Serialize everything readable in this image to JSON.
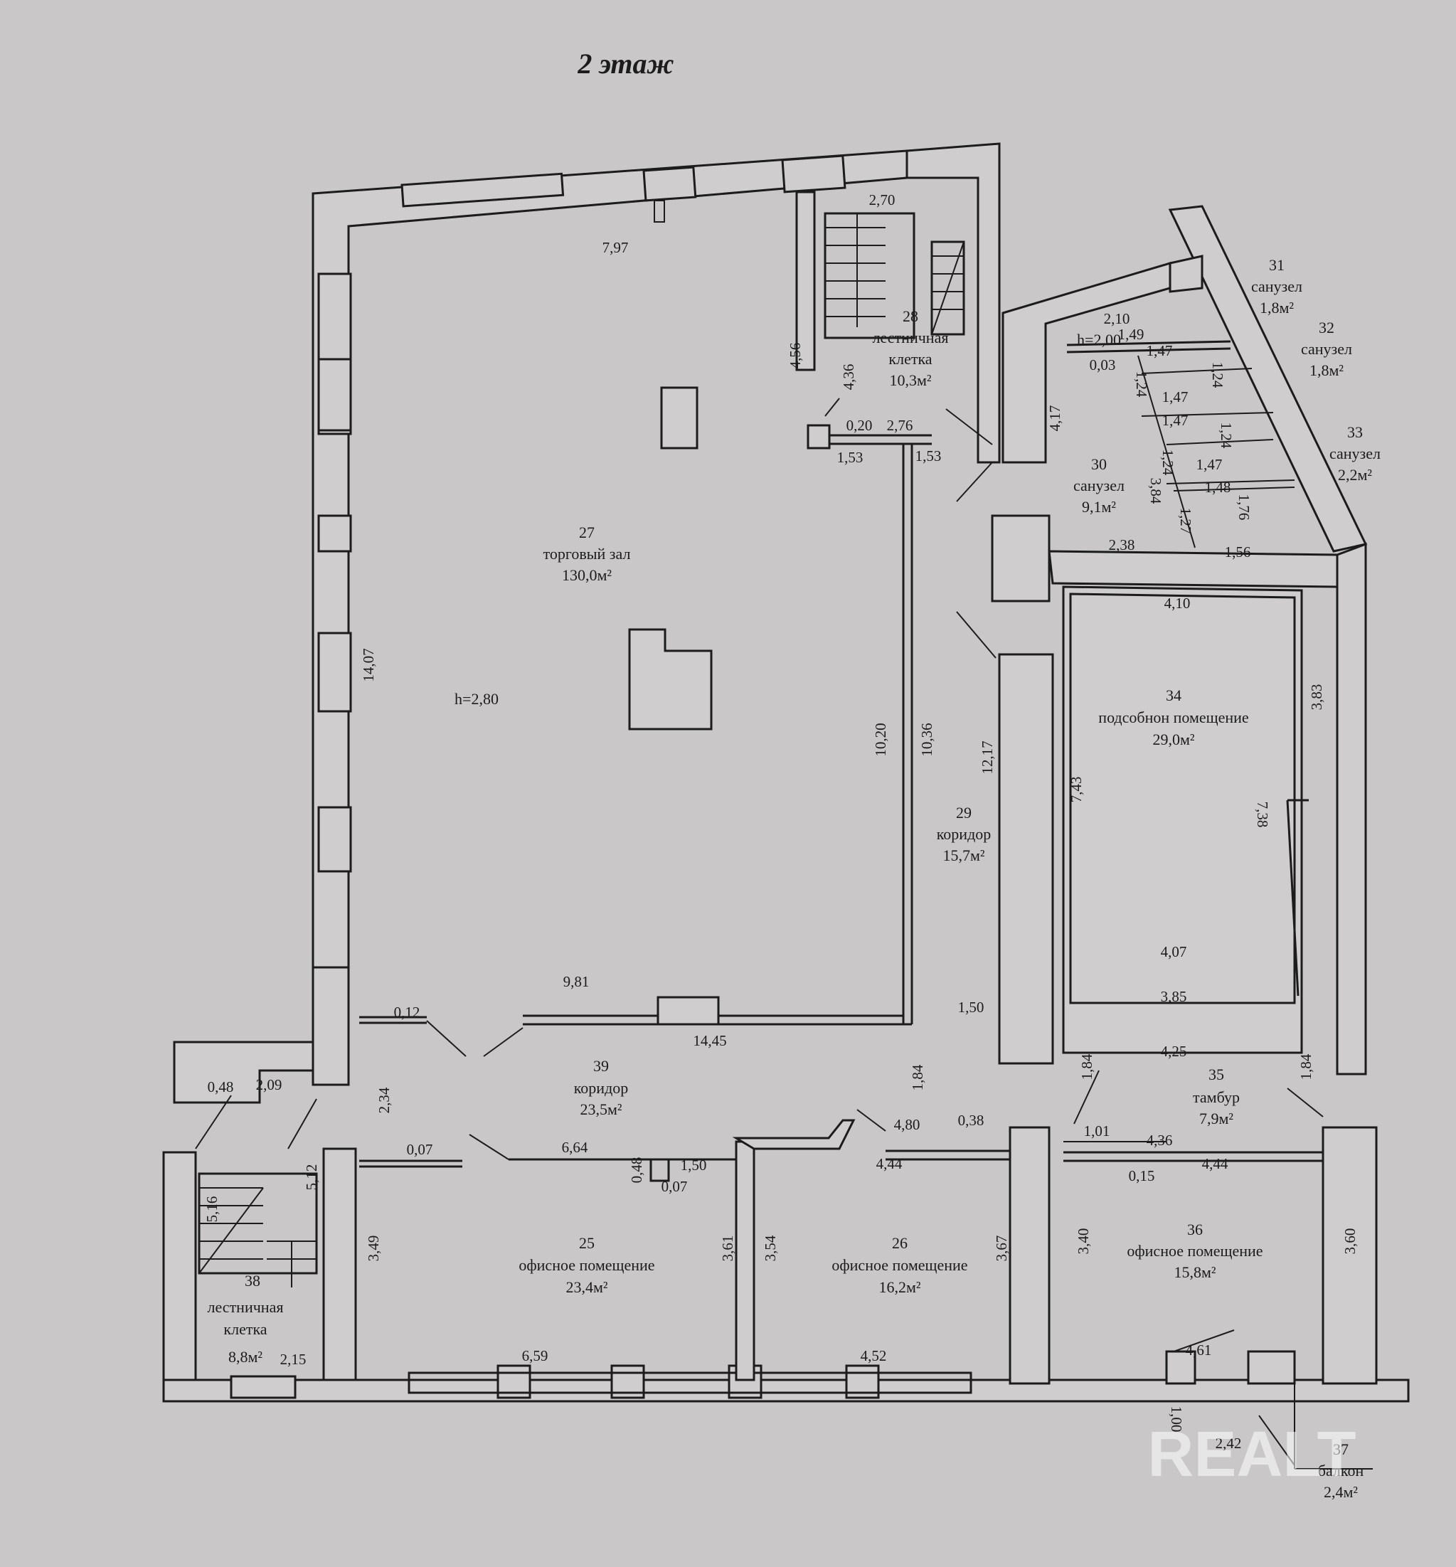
{
  "floor_title": "2 этаж",
  "watermark": "REALT",
  "rooms": [
    {
      "id": "r27",
      "num": "27",
      "name": "торговый зал",
      "area": "130,0м²"
    },
    {
      "id": "r28",
      "num": "28",
      "name1": "лестничная",
      "name2": "клетка",
      "area": "10,3м²"
    },
    {
      "id": "r29",
      "num": "29",
      "name": "коридор",
      "area": "15,7м²"
    },
    {
      "id": "r30",
      "num": "30",
      "name": "санузел",
      "area": "9,1м²"
    },
    {
      "id": "r31",
      "num": "31",
      "name": "санузел",
      "area": "1,8м²"
    },
    {
      "id": "r32",
      "num": "32",
      "name": "санузел",
      "area": "1,8м²"
    },
    {
      "id": "r33",
      "num": "33",
      "name": "санузел",
      "area": "2,2м²"
    },
    {
      "id": "r34",
      "num": "34",
      "name": "подсобнон помещение",
      "area": "29,0м²"
    },
    {
      "id": "r35",
      "num": "35",
      "name": "тамбур",
      "area": "7,9м²"
    },
    {
      "id": "r36",
      "num": "36",
      "name": "офисное помещение",
      "area": "15,8м²"
    },
    {
      "id": "r25",
      "num": "25",
      "name": "офисное помещение",
      "area": "23,4м²"
    },
    {
      "id": "r26",
      "num": "26",
      "name": "офисное помещение",
      "area": "16,2м²"
    },
    {
      "id": "r39",
      "num": "39",
      "name": "коридор",
      "area": "23,5м²"
    },
    {
      "id": "r38",
      "num": "38",
      "name1": "лестничная",
      "name2": "клетка",
      "area": "8,8м²"
    },
    {
      "id": "r37",
      "num": "37",
      "name": "балкон",
      "area": "2,4м²"
    }
  ],
  "heights": {
    "main": "h=2,80",
    "wc": "h=2,00"
  },
  "dims": [
    "7,97",
    "2,70",
    "4,56",
    "4,36",
    "0,20",
    "2,76",
    "1,53",
    "1,53",
    "14,07",
    "10,20",
    "10,36",
    "12,17",
    "9,81",
    "0,12",
    "14,45",
    "1,50",
    "2,10",
    "1,49",
    "1,47",
    "0,03",
    "1,24",
    "1,24",
    "1,47",
    "1,47",
    "1,24",
    "1,47",
    "1,48",
    "1,24",
    "3,84",
    "1,27",
    "1,76",
    "4,17",
    "2,38",
    "1,56",
    "4,10",
    "3,83",
    "7,43",
    "7,38",
    "4,07",
    "3,85",
    "4,25",
    "1,84",
    "1,84",
    "1,01",
    "4,36",
    "0,15",
    "4,44",
    "4,80",
    "0,38",
    "4,44",
    "1,84",
    "2,34",
    "0,48",
    "2,09",
    "5,16",
    "5,12",
    "0,07",
    "6,64",
    "0,48",
    "1,50",
    "0,07",
    "3,49",
    "3,61",
    "3,54",
    "3,67",
    "3,40",
    "3,60",
    "2,15",
    "6,59",
    "4,52",
    "4,61",
    "1,00",
    "2,42"
  ]
}
